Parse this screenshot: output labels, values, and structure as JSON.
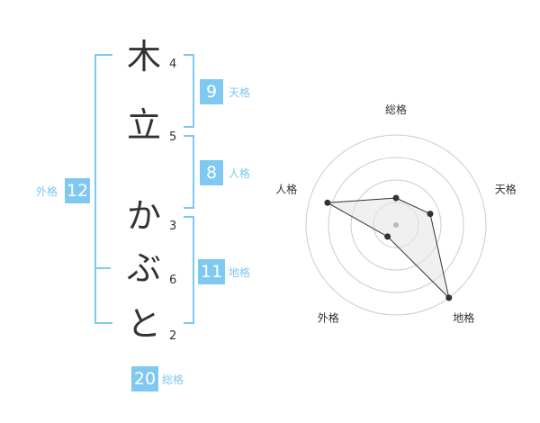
{
  "name": {
    "surname": [
      {
        "char": "木",
        "strokes": "4"
      },
      {
        "char": "立",
        "strokes": "5"
      }
    ],
    "given": [
      {
        "char": "か",
        "strokes": "3"
      },
      {
        "char": "ぶ",
        "strokes": "6"
      },
      {
        "char": "と",
        "strokes": "2"
      }
    ]
  },
  "fortune": {
    "tenkaku": {
      "label": "天格",
      "value": "9"
    },
    "jinkaku": {
      "label": "人格",
      "value": "8"
    },
    "chikaku": {
      "label": "地格",
      "value": "11"
    },
    "gaikaku": {
      "label": "外格",
      "value": "12"
    },
    "soukaku": {
      "label": "総格",
      "value": "20"
    }
  },
  "chart_data": {
    "type": "radar",
    "axes": [
      "総格",
      "天格",
      "地格",
      "外格",
      "人格"
    ],
    "values": [
      1.5,
      2,
      5,
      0.8,
      4
    ],
    "max": 5,
    "rings": 4,
    "colors": {
      "accent": "#7fc8f0",
      "fill": "#e6e6e6",
      "line": "#333333",
      "grid": "#cccccc"
    }
  }
}
